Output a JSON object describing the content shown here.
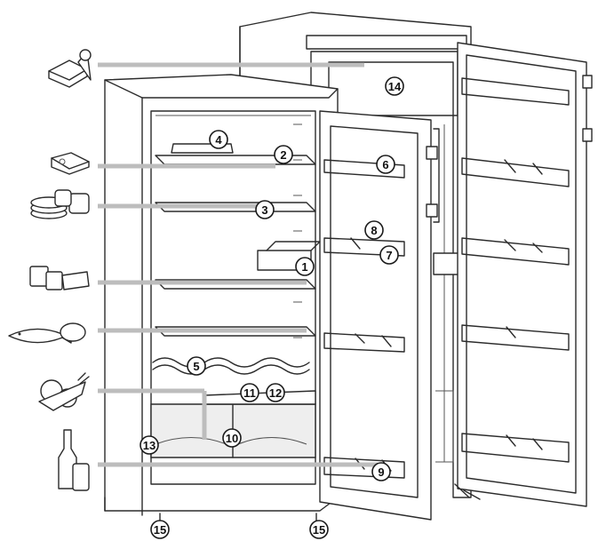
{
  "callouts": [
    {
      "id": "1",
      "label": "1"
    },
    {
      "id": "2",
      "label": "2"
    },
    {
      "id": "3",
      "label": "3"
    },
    {
      "id": "4",
      "label": "4"
    },
    {
      "id": "5",
      "label": "5"
    },
    {
      "id": "6",
      "label": "6"
    },
    {
      "id": "7",
      "label": "7"
    },
    {
      "id": "8",
      "label": "8"
    },
    {
      "id": "9",
      "label": "9"
    },
    {
      "id": "10",
      "label": "10"
    },
    {
      "id": "11",
      "label": "11"
    },
    {
      "id": "12",
      "label": "12"
    },
    {
      "id": "13",
      "label": "13"
    },
    {
      "id": "14",
      "label": "14"
    },
    {
      "id": "15a",
      "label": "15"
    },
    {
      "id": "15b",
      "label": "15"
    }
  ],
  "food_icons": [
    "ice-cream-icon",
    "cheese-icon",
    "plates-icon",
    "dairy-icon",
    "fish-icon",
    "vegetables-icon",
    "bottles-icon"
  ],
  "colors": {
    "line": "#2b2b2b",
    "leader": "#bdbdbd",
    "drawer_tint": "#eeeeee"
  }
}
